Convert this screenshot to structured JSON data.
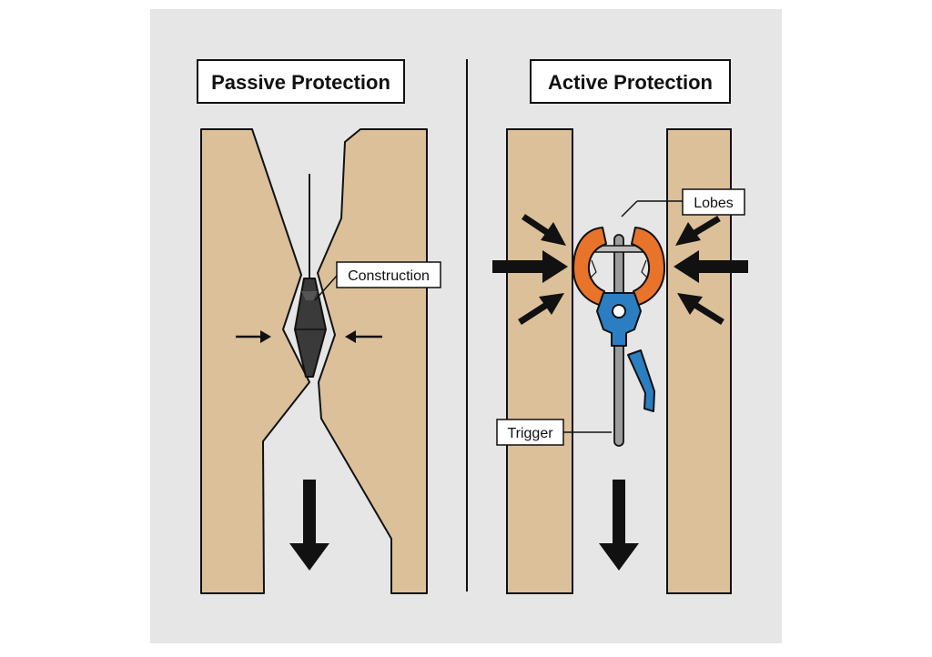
{
  "panels": {
    "left": {
      "title": "Passive Protection",
      "callout": "Construction"
    },
    "right": {
      "title": "Active Protection",
      "callouts": {
        "lobes": "Lobes",
        "trigger": "Trigger"
      }
    }
  },
  "colors": {
    "background": "#e6e6e6",
    "rock": "#dcc09a",
    "outline": "#111111",
    "nut": "#3a3a3a",
    "cam_lobes": "#e8732a",
    "cam_body": "#2b7ec2",
    "stem": "#9c9c9c"
  },
  "icons": [
    "arrow-icon",
    "wedge-nut-icon",
    "spring-cam-icon"
  ]
}
